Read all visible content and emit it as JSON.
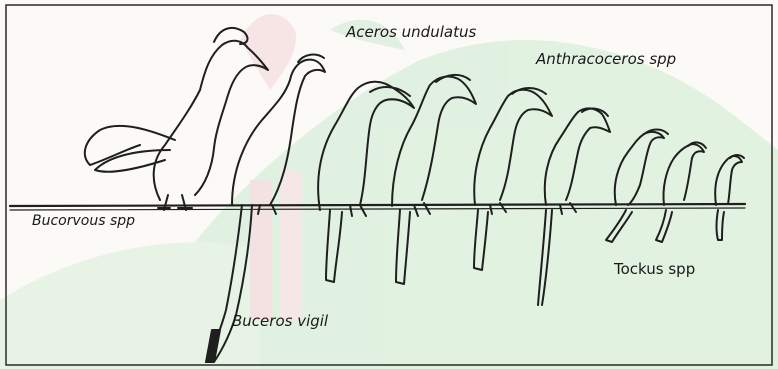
{
  "figure": {
    "labels": {
      "aceros": "Aceros undulatus",
      "anthracoceros": "Anthracoceros spp",
      "bucorvus": "Bucorvous spp",
      "buceros": "Buceros vigil",
      "tockus": "Tockus spp"
    },
    "colors": {
      "outline": "#1f1f1f",
      "watermark_green": "#bfe3c3",
      "watermark_red": "#f3c9cf",
      "background": "#fbfaf6"
    }
  }
}
